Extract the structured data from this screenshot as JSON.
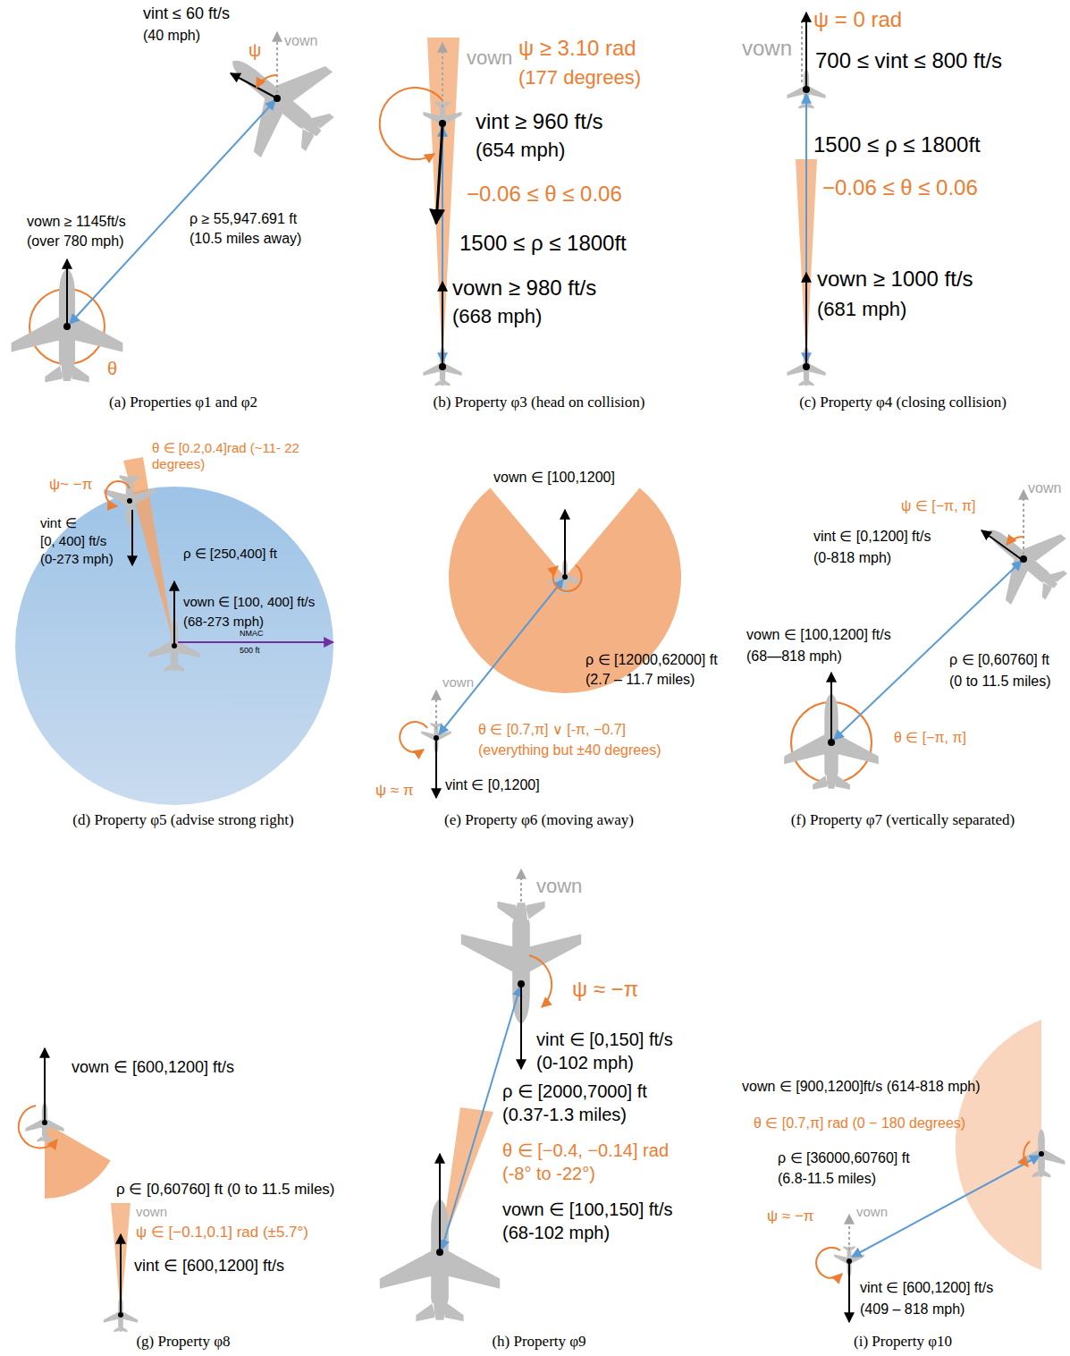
{
  "diagram": {
    "labels": [
      "vint ≤ 60 ft/s",
      "(40 mph)",
      "ψ",
      "vown",
      "vown ≥ 1145ft/s",
      "(over 780 mph)",
      "ρ ≥ 55,947.691 ft",
      "(10.5 miles away)",
      "θ",
      "(a)  Properties φ1 and φ2",
      "vown",
      "ψ ≥ 3.10 rad",
      "(177 degrees)",
      "vint ≥ 960 ft/s",
      "(654 mph)",
      "−0.06 ≤ θ ≤ 0.06",
      "1500 ≤ ρ ≤ 1800ft",
      "vown ≥ 980 ft/s",
      "(668 mph)",
      "(b)  Property φ3 (head on collision)",
      "vown",
      "ψ = 0 rad",
      "700 ≤ vint ≤ 800 ft/s",
      "1500 ≤ ρ ≤ 1800ft",
      "−0.06 ≤ θ ≤ 0.06",
      "vown ≥ 1000 ft/s",
      "(681 mph)",
      "(c)  Property φ4 (closing collision)",
      "θ ∈ [0.2,0.4]rad (~11- 22 degrees)",
      "ψ~ −π",
      "vint ∈",
      "[0, 400] ft/s",
      "(0-273 mph)",
      "ρ ∈ [250,400] ft",
      "vown ∈ [100, 400] ft/s",
      "(68-273 mph)",
      "NMAC",
      "500 ft",
      "(d)  Property φ5 (advise strong right)",
      "vown ∈ [100,1200]",
      "ρ ∈ [12000,62000] ft",
      "(2.7 – 11.7 miles)",
      "vown",
      "θ ∈ [0.7,π] ∨ [-π, −0.7]",
      "(everything but ±40 degrees)",
      "vint ∈ [0,1200]",
      "ψ ≈ π",
      "(e)  Property φ6 (moving away)",
      "ψ ∈ [−π, π]",
      "vown",
      "vint ∈ [0,1200] ft/s",
      "(0-818 mph)",
      "vown ∈ [100,1200] ft/s",
      "(68—818 mph)",
      "ρ ∈ [0,60760] ft",
      "(0 to 11.5 miles)",
      "θ ∈ [−π, π]",
      "(f)  Property φ7 (vertically separated)",
      "vown ∈ [600,1200] ft/s",
      "ρ ∈ [0,60760] ft (0 to 11.5 miles)",
      "vown",
      "ψ ∈ [−0.1,0.1] rad (±5.7°)",
      "vint ∈ [600,1200] ft/s",
      "(g)  Property φ8",
      "vown",
      "ψ ≈ −π",
      "vint ∈ [0,150] ft/s",
      "(0-102 mph)",
      "ρ ∈ [2000,7000]  ft",
      "(0.37-1.3 miles)",
      "θ ∈ [−0.4, −0.14] rad",
      "(-8° to -22°)",
      "vown ∈ [100,150] ft/s",
      "(68-102 mph)",
      "(h)  Property φ9",
      "vown ∈ [900,1200]ft/s (614-818 mph)",
      "θ ∈ [0.7,π]  rad (0 − 180 degrees)",
      "ρ ∈ [36000,60760] ft",
      "(6.8-11.5 miles)",
      "ψ ≈ −π",
      "vown",
      "vint ∈ [600,1200] ft/s",
      "(409 – 818 mph)",
      "(i)  Property φ10"
    ]
  }
}
